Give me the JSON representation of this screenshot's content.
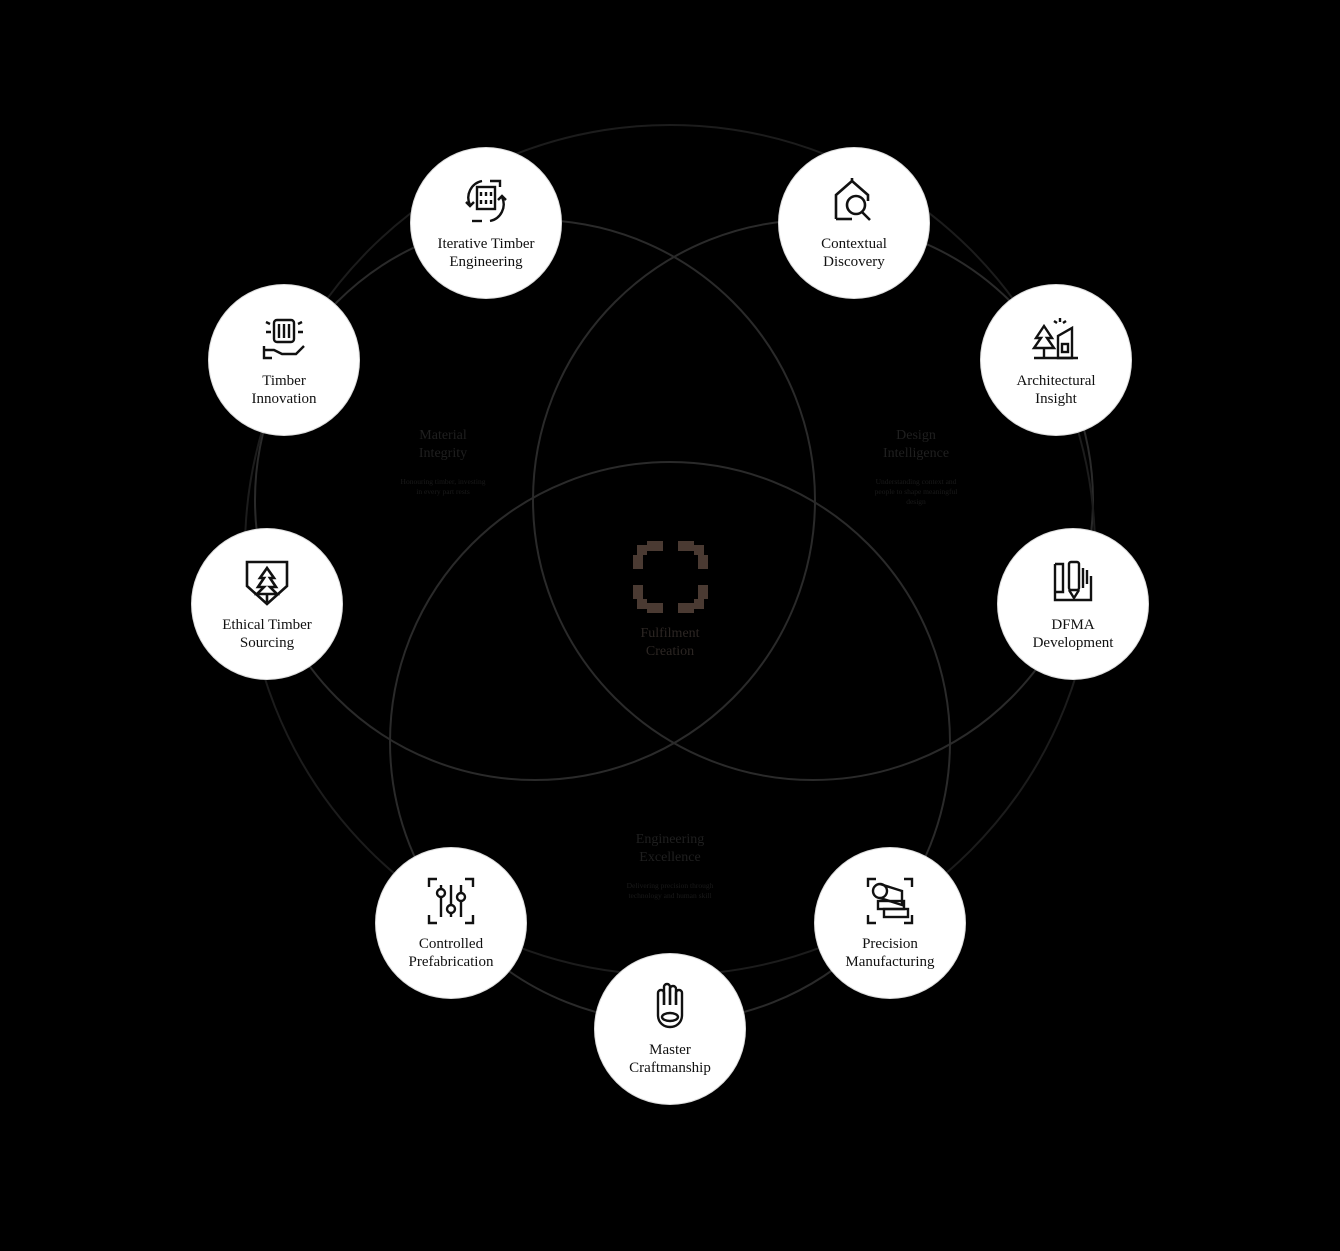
{
  "center": {
    "title_line1": "Fulfilment",
    "title_line2": "Creation",
    "logo_color": "#4a3a32"
  },
  "regions": [
    {
      "key": "material",
      "title_line1": "Material",
      "title_line2": "Integrity",
      "desc_line1": "Honouring timber, investing",
      "desc_line2": "in every part rests"
    },
    {
      "key": "design",
      "title_line1": "Design",
      "title_line2": "Intelligence",
      "desc_line1": "Understanding context and",
      "desc_line2": "people to shape meaningful",
      "desc_line3": "design"
    },
    {
      "key": "engineering",
      "title_line1": "Engineering",
      "title_line2": "Excellence",
      "desc_line1": "Delivering precision through",
      "desc_line2": "technology and human skill"
    }
  ],
  "nodes": [
    {
      "key": "iterative-timber-engineering",
      "icon": "cycle-building-icon",
      "line1": "Iterative Timber",
      "line2": "Engineering"
    },
    {
      "key": "contextual-discovery",
      "icon": "house-magnifier-icon",
      "line1": "Contextual",
      "line2": "Discovery"
    },
    {
      "key": "timber-innovation",
      "icon": "log-hand-icon",
      "line1": "Timber",
      "line2": "Innovation"
    },
    {
      "key": "architectural-insight",
      "icon": "tree-building-icon",
      "line1": "Architectural",
      "line2": "Insight"
    },
    {
      "key": "ethical-timber-sourcing",
      "icon": "shield-tree-icon",
      "line1": "Ethical Timber",
      "line2": "Sourcing"
    },
    {
      "key": "dfma-development",
      "icon": "blueprint-pencil-icon",
      "line1": "DFMA",
      "line2": "Development"
    },
    {
      "key": "controlled-prefabrication",
      "icon": "sliders-icon",
      "line1": "Controlled",
      "line2": "Prefabrication"
    },
    {
      "key": "precision-manufacturing",
      "icon": "timber-stack-icon",
      "line1": "Precision",
      "line2": "Manufacturing"
    },
    {
      "key": "master-craftmanship",
      "icon": "hand-icon",
      "line1": "Master",
      "line2": "Craftmanship"
    }
  ],
  "colors": {
    "background": "#000000",
    "node_fill": "#ffffff",
    "circle_stroke": "#2a2a2a",
    "text": "#111111"
  }
}
